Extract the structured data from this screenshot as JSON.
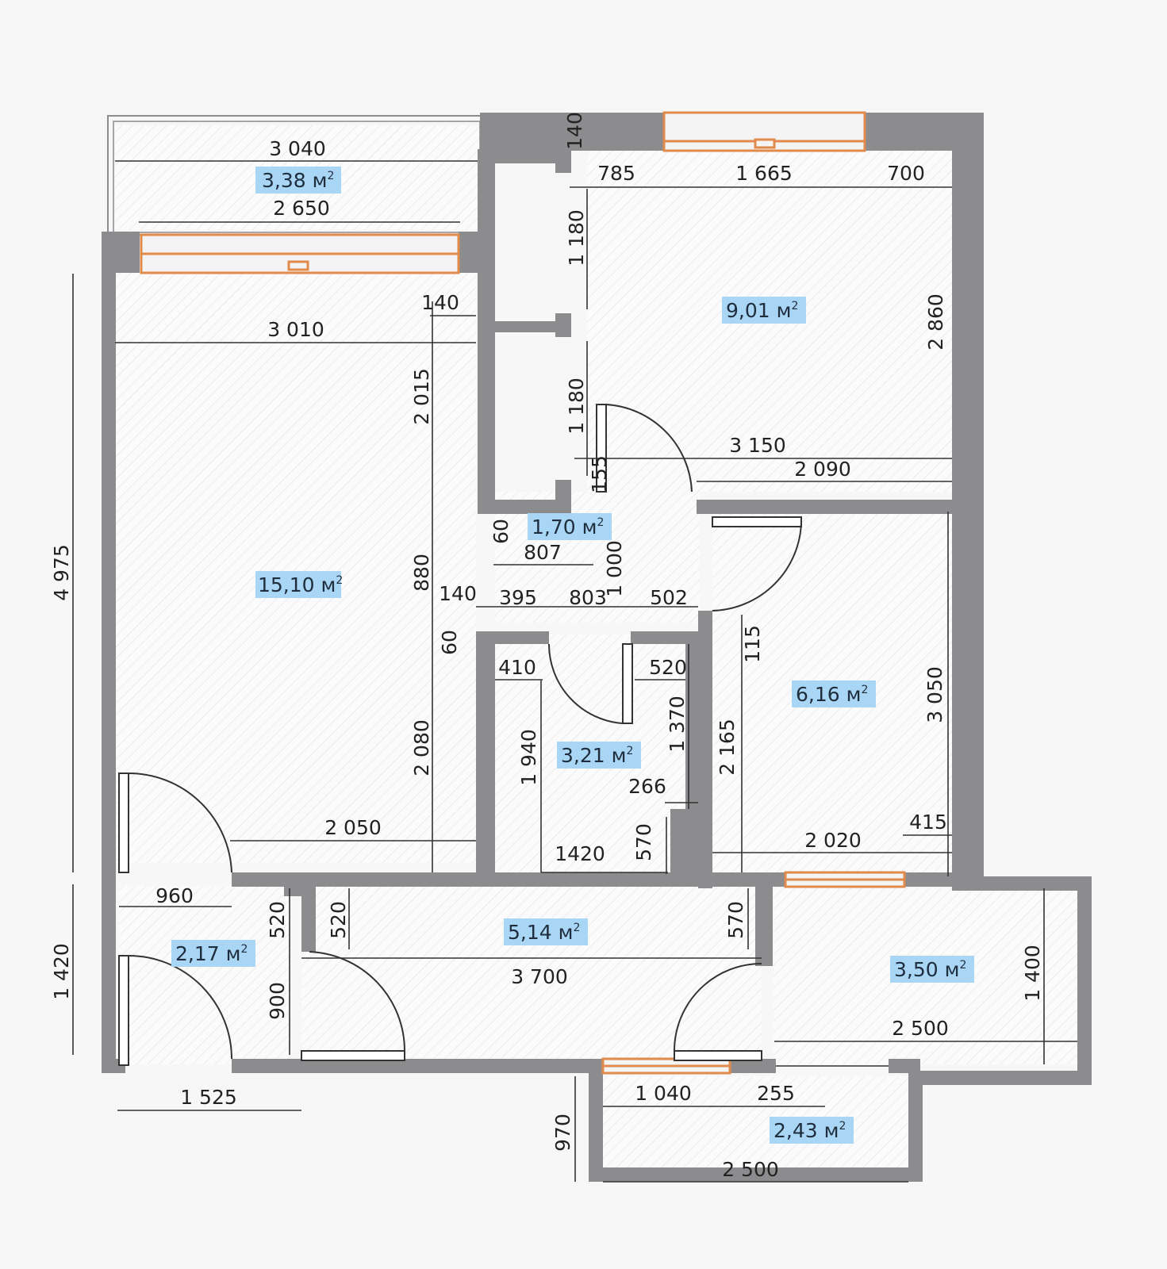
{
  "rooms": {
    "balcony_top": "3,38 м",
    "room_large": "15,10 м",
    "room_top_right": "9,01 м",
    "corridor_small": "1,70 м",
    "bathroom": "3,21 м",
    "room_right": "6,16 м",
    "entrance": "2,17 м",
    "hall": "5,14 м",
    "kitchen": "3,50 м",
    "loggia": "2,43 м",
    "unit_sup": "2"
  },
  "dims": {
    "d3040": "3 040",
    "d2650": "2 650",
    "d140a": "140",
    "d3010": "3 010",
    "d2015": "2 015",
    "d880": "880",
    "d2080": "2 080",
    "d2050": "2 050",
    "d4975": "4 975",
    "d1420": "1 420",
    "d140b": "140",
    "d785": "785",
    "d1665": "1 665",
    "d700": "700",
    "d1180a": "1 180",
    "d1180b": "1 180",
    "d2860": "2 860",
    "d3150": "3 150",
    "d2090": "2 090",
    "d155": "155",
    "d60a": "60",
    "d807": "807",
    "d1000": "1 000",
    "d140c": "140",
    "d395": "395",
    "d803": "803",
    "d502": "502",
    "d60b": "60",
    "d410": "410",
    "d520a": "520",
    "d1370": "1 370",
    "d1940": "1 940",
    "d266": "266",
    "d570a": "570",
    "d1420b": "1420",
    "d115": "115",
    "d2165": "2 165",
    "d3050": "3 050",
    "d415": "415",
    "d2020": "2 020",
    "d960": "960",
    "d520b": "520",
    "d520c": "520",
    "d570b": "570",
    "d3700": "3 700",
    "d900": "900",
    "d1400": "1 400",
    "d2500a": "2 500",
    "d1525": "1 525",
    "d1040": "1 040",
    "d255": "255",
    "d970": "970",
    "d2500b": "2 500"
  }
}
